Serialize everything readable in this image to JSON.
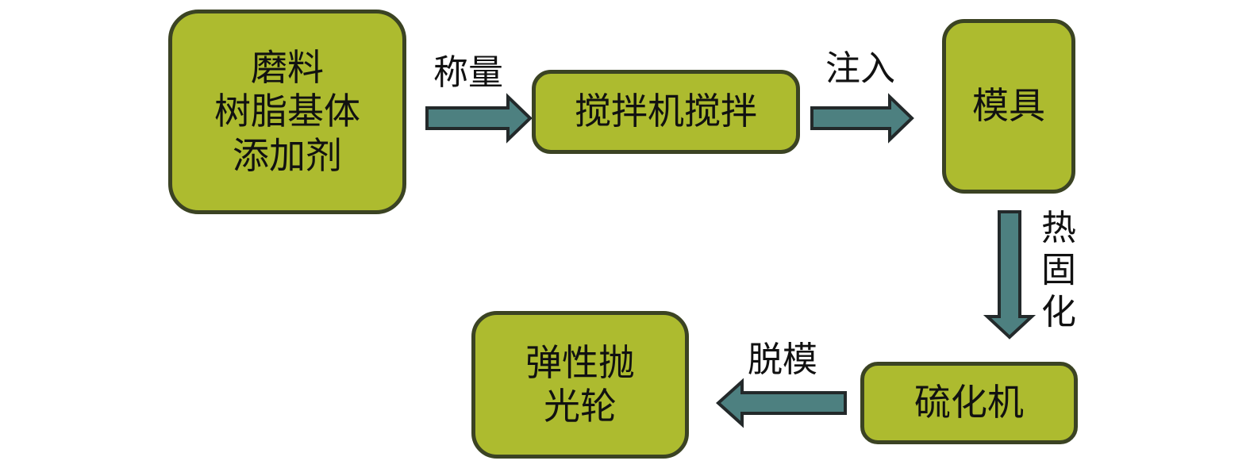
{
  "colors": {
    "box_fill": "#adbb2f",
    "box_border": "#3b4323",
    "arrow_fill": "#4d8080",
    "arrow_outline": "#23292a"
  },
  "nodes": {
    "raw_materials": {
      "lines": [
        "磨料",
        "树脂基体",
        "添加剂"
      ]
    },
    "mixer": {
      "lines": [
        "搅拌机搅拌"
      ]
    },
    "mold": {
      "lines": [
        "模具"
      ]
    },
    "vulcanizer": {
      "lines": [
        "硫化机"
      ]
    },
    "product": {
      "lines": [
        "弹性抛",
        "光轮"
      ]
    }
  },
  "edges": {
    "weigh": {
      "label": "称量"
    },
    "inject": {
      "label": "注入"
    },
    "heat_cure": {
      "label": "热固化"
    },
    "demold": {
      "label": "脱模"
    }
  }
}
